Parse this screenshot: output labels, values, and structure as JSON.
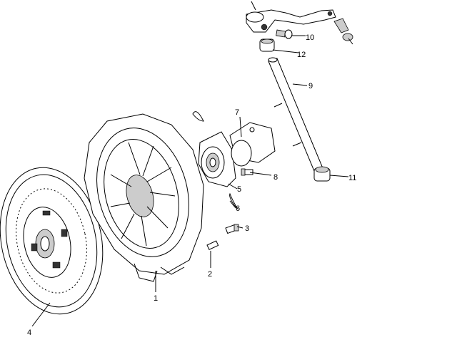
{
  "diagram": {
    "parts": [
      {
        "id": "1",
        "label": "1"
      },
      {
        "id": "2",
        "label": "2"
      },
      {
        "id": "3",
        "label": "3"
      },
      {
        "id": "4",
        "label": "4"
      },
      {
        "id": "5",
        "label": "5"
      },
      {
        "id": "6",
        "label": "6"
      },
      {
        "id": "7",
        "label": "7"
      },
      {
        "id": "8",
        "label": "8"
      },
      {
        "id": "9",
        "label": "9"
      },
      {
        "id": "10",
        "label": "10"
      },
      {
        "id": "11",
        "label": "11"
      },
      {
        "id": "12",
        "label": "12"
      }
    ]
  }
}
